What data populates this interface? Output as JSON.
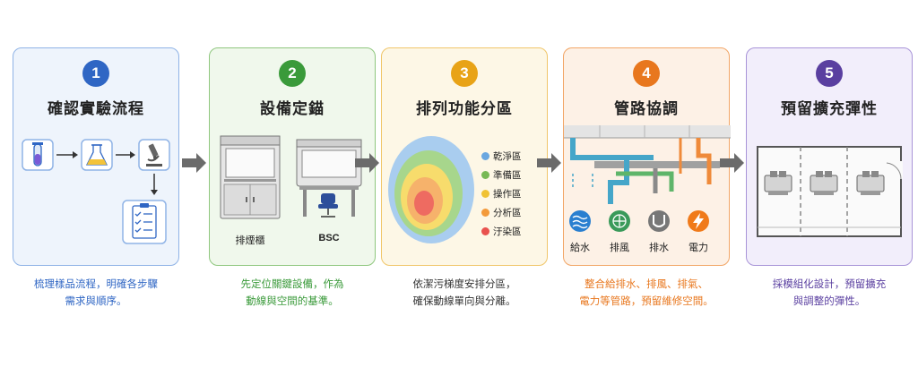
{
  "steps": [
    {
      "number": "1",
      "title": "確認實驗流程",
      "caption_line1": "梳理樣品流程，明確各步驟",
      "caption_line2": "需求與順序。",
      "accent": "#2f66c4"
    },
    {
      "number": "2",
      "title": "設備定錨",
      "caption_line1": "先定位關鍵設備，作為",
      "caption_line2": "動線與空間的基準。",
      "accent": "#3a9a3a",
      "equipment": [
        "排煙櫃",
        "BSC"
      ]
    },
    {
      "number": "3",
      "title": "排列功能分區",
      "caption_line1": "依潔污梯度安排分區，",
      "caption_line2": "確保動線單向與分離。",
      "accent": "#e8a317",
      "zones": [
        {
          "label": "乾淨區",
          "color": "#6aa7e0"
        },
        {
          "label": "準備區",
          "color": "#78b955"
        },
        {
          "label": "操作區",
          "color": "#f0c234"
        },
        {
          "label": "分析區",
          "color": "#f39a3a"
        },
        {
          "label": "汙染區",
          "color": "#e9524e"
        }
      ]
    },
    {
      "number": "4",
      "title": "管路協調",
      "caption_line1": "整合給排水、排風、排氣、",
      "caption_line2": "電力等管路，預留維修空間。",
      "accent": "#e8771e",
      "utilities": [
        {
          "label": "給水",
          "icon": "water-icon",
          "color": "#2a7fd0"
        },
        {
          "label": "排風",
          "icon": "fan-icon",
          "color": "#3a9a5a"
        },
        {
          "label": "排水",
          "icon": "drain-icon",
          "color": "#777777"
        },
        {
          "label": "電力",
          "icon": "power-icon",
          "color": "#f07a1a"
        }
      ]
    },
    {
      "number": "5",
      "title": "預留擴充彈性",
      "caption_line1": "採模組化設計，預留擴充",
      "caption_line2": "與調整的彈性。",
      "accent": "#5a3fa0"
    }
  ]
}
